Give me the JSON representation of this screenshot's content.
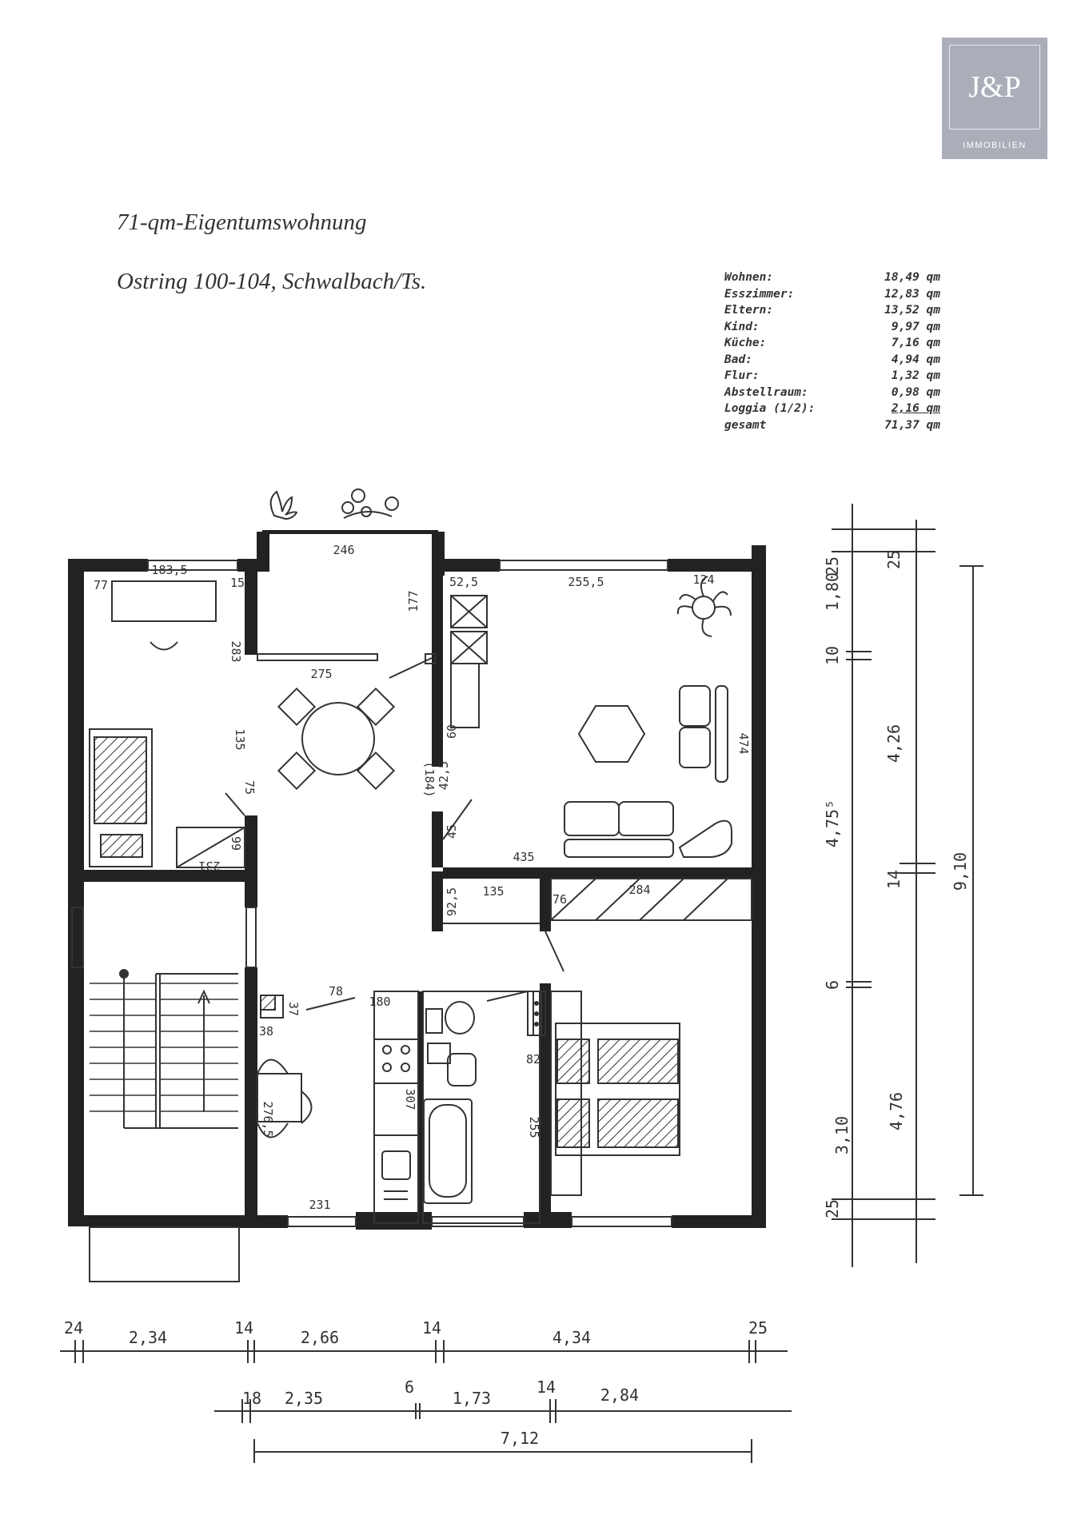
{
  "logo": {
    "mark": "J&P",
    "sub": "IMMOBILIEN"
  },
  "title_line1": "71-qm-Eigentumswohnung",
  "title_line2": "Ostring 100-104, Schwalbach/Ts.",
  "areas": [
    {
      "label": "Wohnen:",
      "value": "18,49 qm"
    },
    {
      "label": "Esszimmer:",
      "value": "12,83 qm"
    },
    {
      "label": "Eltern:",
      "value": "13,52 qm"
    },
    {
      "label": "Kind:",
      "value": "9,97 qm"
    },
    {
      "label": "Küche:",
      "value": "7,16 qm"
    },
    {
      "label": "Bad:",
      "value": "4,94 qm"
    },
    {
      "label": "Flur:",
      "value": "1,32 qm"
    },
    {
      "label": "Abstellraum:",
      "value": "0,98 qm"
    },
    {
      "label": "Loggia (1/2):",
      "value": "2,16 qm"
    },
    {
      "label": "gesamt",
      "value": "71,37 qm"
    }
  ],
  "plan_labels": {
    "loggia_width": "246",
    "kind_window": "183,5",
    "kind_77": "77",
    "kind_15": "15",
    "kind_283": "283",
    "kind_135": "135",
    "kind_75": "75",
    "kind_99": "99",
    "kind_231": "231",
    "ess_275": "275",
    "ess_177": "177",
    "wohn_52": "52,5",
    "wohn_255": "255,5",
    "wohn_124": "124",
    "wohn_60": "60",
    "wohn_42": "42,5",
    "wohn_184": "(184)",
    "wohn_45": "45",
    "wohn_435": "435",
    "wohn_474": "474",
    "abst_135": "135",
    "abst_92": "92,5",
    "eltern_284": "284",
    "eltern_76": "76",
    "kueche_78": "78",
    "kueche_37": "37",
    "kueche_38": "38",
    "kueche_276": "276,5",
    "kueche_231": "231",
    "bad_180": "180",
    "bad_307": "307",
    "bad_255": "255",
    "bad_82": "82"
  },
  "dims_right_outer": [
    "25",
    "1,80",
    "10",
    "4,75⁵",
    "6",
    "3,10",
    "25"
  ],
  "dims_right_inner": [
    "25",
    "4,26",
    "14",
    "4,76"
  ],
  "dims_right_total": "9,10",
  "dims_bottom_row1": [
    "24",
    "2,34",
    "14",
    "2,66",
    "14",
    "4,34",
    "25"
  ],
  "dims_bottom_row2": [
    "18",
    "2,35",
    "6",
    "1,73",
    "14",
    "2,84"
  ],
  "dims_bottom_total": "7,12"
}
